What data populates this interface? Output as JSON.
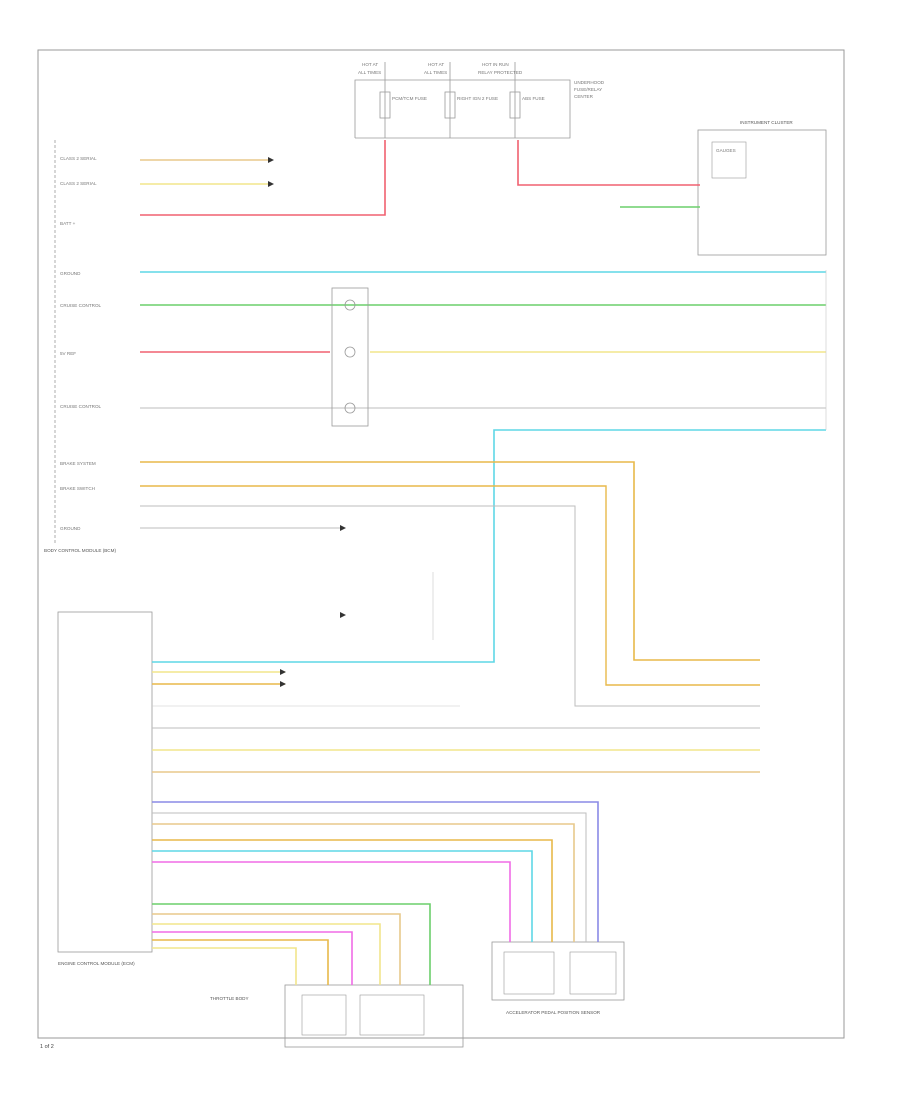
{
  "page": {
    "number": "1 of 2"
  },
  "colors": {
    "border": "#9a9a9a",
    "wire_red": "#f06070",
    "wire_cyan": "#5fd7e6",
    "wire_green": "#6ccf6c",
    "wire_yellow": "#f2e58c",
    "wire_orange": "#e8b94a",
    "wire_pink": "#f06ce6",
    "wire_blue": "#8a8ae6",
    "wire_gray": "#9a9a9a",
    "wire_tan": "#e8c98c"
  },
  "components": {
    "fuse_block": {
      "fuses": [
        "PCM/TCM FUSE",
        "RIGHT IGN 2 FUSE",
        "ABS FUSE"
      ]
    },
    "instrument_cluster": {
      "label": "INSTRUMENT CLUSTER",
      "sub": "GAUGES"
    },
    "body_control_module": {
      "label": "BODY CONTROL MODULE (BCM)"
    },
    "engine_control_module": {
      "label": "ENGINE CONTROL MODULE (ECM)"
    },
    "throttle_body": {
      "label": "THROTTLE BODY"
    },
    "pedal_sensor": {
      "label": "ACCELERATOR PEDAL POSITION SENSOR"
    }
  }
}
